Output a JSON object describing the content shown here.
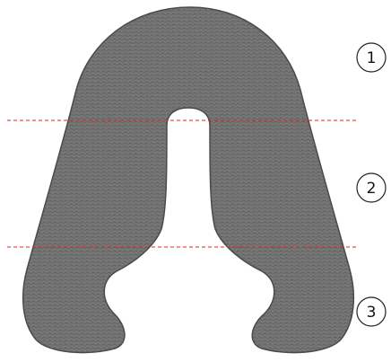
{
  "diagram": {
    "zones": [
      {
        "label": "1"
      },
      {
        "label": "2"
      },
      {
        "label": "3"
      }
    ],
    "colors": {
      "fabric": "#5e5e5e",
      "fabric_dark": "#4a4a4a",
      "fabric_light": "#7a7a7a",
      "divider": "#d9232d",
      "marker_stroke": "#222222"
    }
  }
}
